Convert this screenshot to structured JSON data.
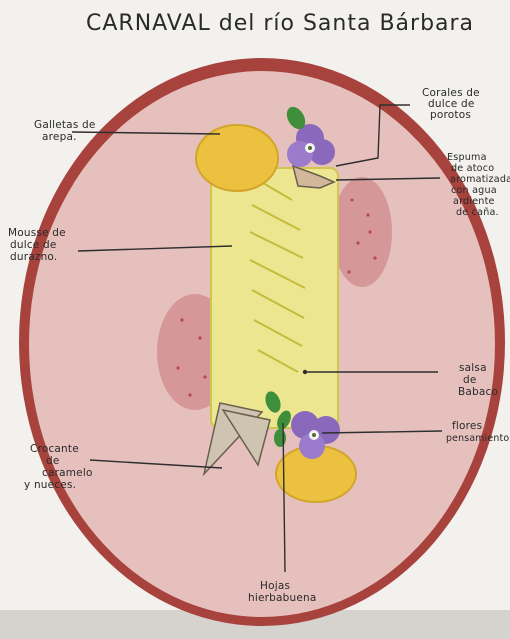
{
  "title": "CARNAVAL del río Santa Bárbara",
  "labels": {
    "galletas": [
      "Galletas de",
      "arepa."
    ],
    "corales": [
      "Corales de",
      "dulce de",
      "porotos"
    ],
    "espuma": [
      "Espuma",
      "de atoco",
      "aromatizada",
      "con agua",
      "ardiente",
      "de caña."
    ],
    "mousse": [
      "Mousse de",
      "dulce de",
      "durazno."
    ],
    "salsa": [
      "salsa",
      "de",
      "Babaco"
    ],
    "flores": [
      "flores",
      "pensamiento"
    ],
    "crocante": [
      "Crocante",
      "de",
      "caramelo",
      "y nueces."
    ],
    "hojas": [
      "Hojas",
      "hierbabuena"
    ]
  },
  "colors": {
    "plate_rim": "#9e3b37",
    "plate_inner": "#e7c3bf",
    "mousse": "#ece79a",
    "cookie": "#edc341",
    "sauce": "#d7999b",
    "flower": "#8d6cc0",
    "leaf": "#3e8d3a"
  }
}
